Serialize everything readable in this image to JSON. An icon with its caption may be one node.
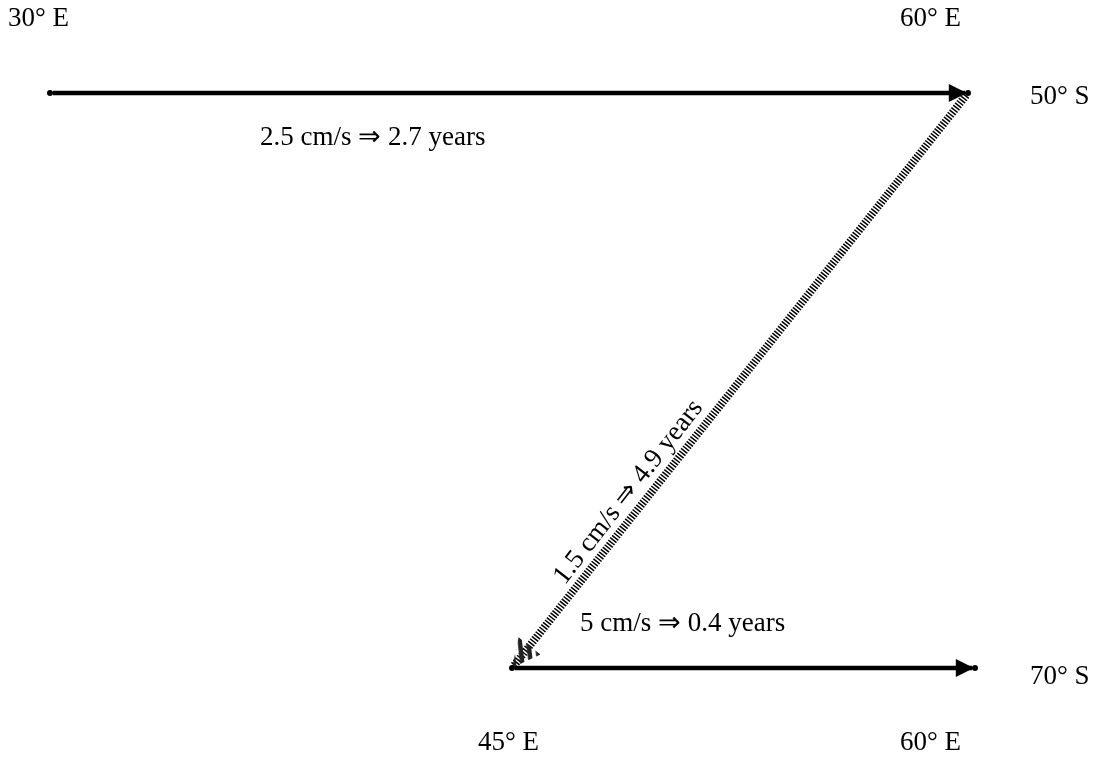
{
  "diagram": {
    "nodes": [
      {
        "text": [],
        "shape": "point",
        "beside": [
          "30° E"
        ]
      },
      {
        "text": [],
        "shape": "point",
        "beside": [
          "60° E",
          "50° S"
        ]
      },
      {
        "text": [],
        "shape": "point",
        "beside": [
          "45° E"
        ]
      },
      {
        "text": [],
        "shape": "point",
        "beside": [
          "60° E",
          "70° S"
        ]
      }
    ],
    "edges": [
      {
        "from": 0,
        "to": 1,
        "arrow": "to",
        "label": "2.5 cm/s ⇒ 2.7 years"
      },
      {
        "from": 1,
        "to": 2,
        "arrow": "to",
        "label": "1.5 cm/s ⇒ 4.9 years",
        "style": "dashed"
      },
      {
        "from": 2,
        "to": 3,
        "arrow": "to",
        "label": "5 cm/s ⇒ 0.4 years"
      }
    ]
  }
}
